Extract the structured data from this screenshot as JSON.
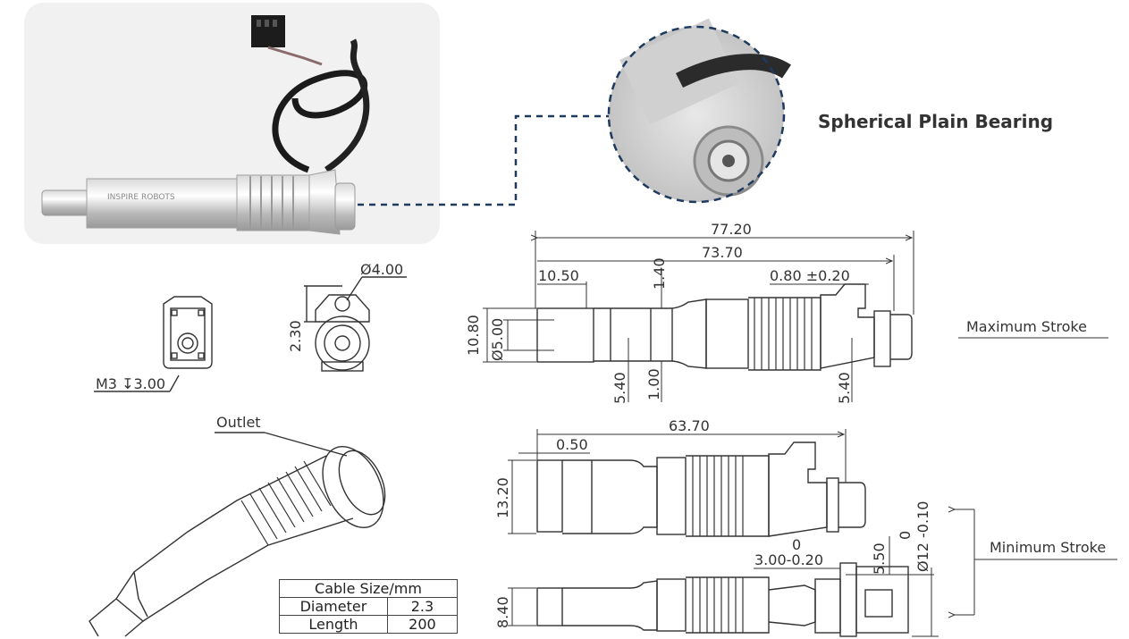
{
  "callout": {
    "title": "Spherical Plain Bearing"
  },
  "photo": {
    "brand_text": "INSPIRE ROBOTS"
  },
  "dims": {
    "d_77_20": "77.20",
    "d_73_70": "73.70",
    "d_10_50": "10.50",
    "d_1_40": "1.40",
    "d_0_80": "0.80 ±0.20",
    "d_10_80": "10.80",
    "d_5_00": "Ø5.00",
    "d_5_40_a": "5.40",
    "d_1_00": "1.00",
    "d_5_40_b": "5.40",
    "d_4_00": "Ø4.00",
    "d_2_30": "2.30",
    "d_m3": "M3 ↧3.00",
    "d_63_70": "63.70",
    "d_0_50": "0.50",
    "d_13_20": "13.20",
    "d_8_40": "8.40",
    "d_tol_top": "0",
    "d_tol_main": "3.00-0.20",
    "d_5_50": "5.50",
    "d_phi12_top": "0",
    "d_phi12_main": "Ø12 -0.10"
  },
  "labels": {
    "max_stroke": "Maximum Stroke",
    "min_stroke": "Minimum Stroke",
    "outlet": "Outlet"
  },
  "cable_table": {
    "header": "Cable Size/mm",
    "rows": [
      {
        "name": "Diameter",
        "value": "2.3"
      },
      {
        "name": "Length",
        "value": "200"
      }
    ]
  }
}
